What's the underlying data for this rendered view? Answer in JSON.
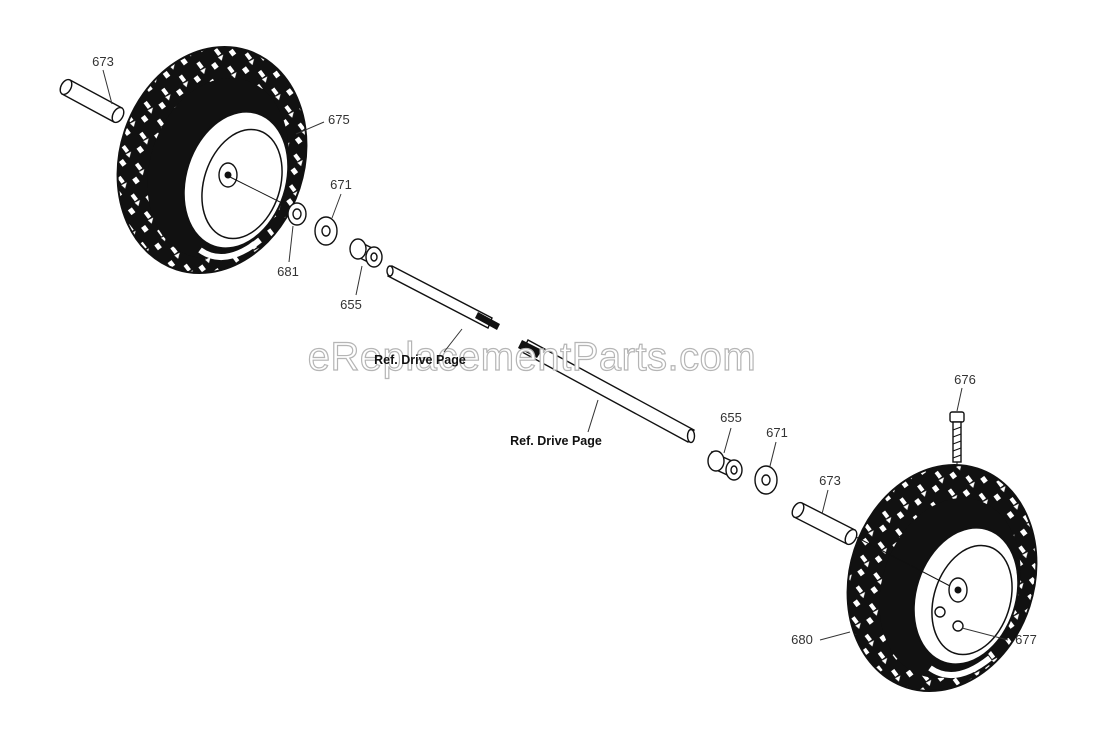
{
  "watermark": "eReplacementParts.com",
  "labels": {
    "axle_left_spacer": "673",
    "tire_left": "675",
    "washer_left": "671",
    "bushing_left": "681",
    "sleeve_left": "655",
    "ref_drive_upper": "Ref. Drive Page",
    "ref_drive_lower": "Ref. Drive Page",
    "bolt": "676",
    "sleeve_right": "655",
    "washer_right": "671",
    "axle_right_spacer": "673",
    "tire_right": "680",
    "nut": "677"
  }
}
